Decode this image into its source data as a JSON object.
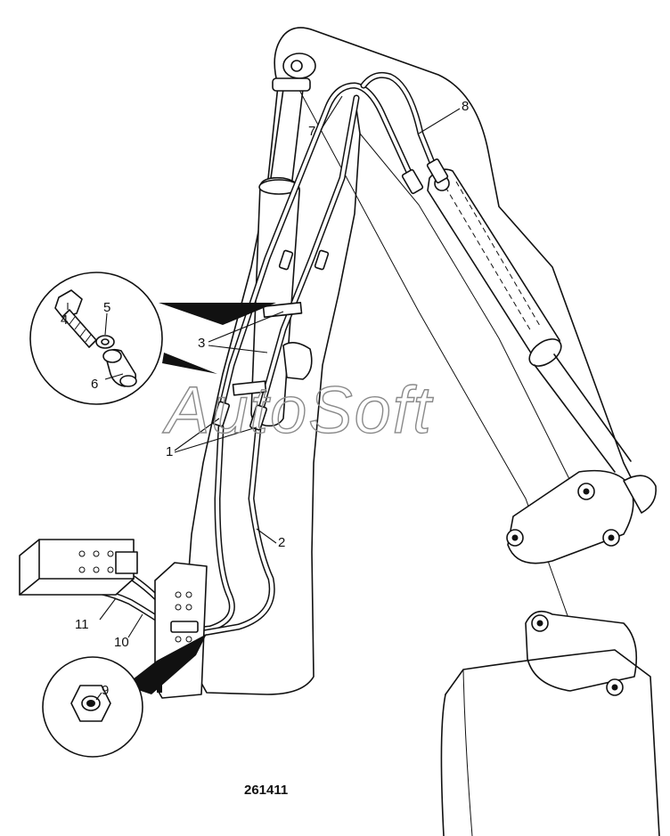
{
  "diagram": {
    "part_labels": {
      "p1": "1",
      "p2": "2",
      "p3": "3",
      "p4": "4",
      "p5": "5",
      "p6": "6",
      "p7": "7",
      "p8": "8",
      "p9": "9",
      "p10": "10",
      "p11": "11"
    },
    "reference_number": "261411",
    "watermark": "AutoSoft"
  }
}
